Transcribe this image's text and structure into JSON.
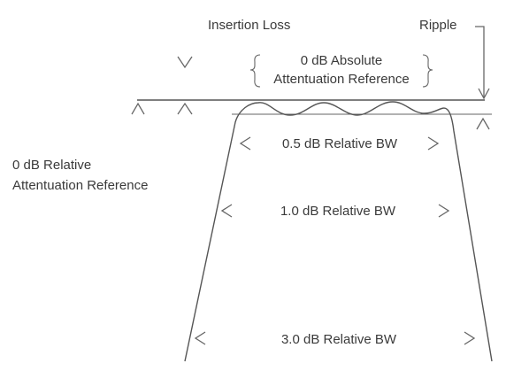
{
  "labels": {
    "insertion_loss": "Insertion Loss",
    "ripple": "Ripple",
    "abs_ref_line1": "0 dB Absolute",
    "abs_ref_line2": "Attentuation Reference",
    "rel_ref_line1": "0 dB Relative",
    "rel_ref_line2": "Attentuation Reference",
    "bw_05": "0.5 dB Relative BW",
    "bw_10": "1.0 dB Relative BW",
    "bw_30": "3.0 dB Relative BW"
  },
  "colors": {
    "ink": "#555555",
    "text": "#3a3a3a",
    "background": "#ffffff"
  }
}
